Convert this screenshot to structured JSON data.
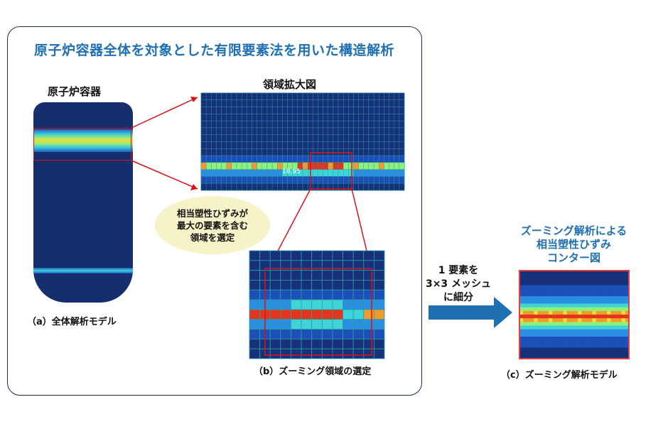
{
  "title": "原子炉容器全体を対象とした有限要素法を用いた構造解析",
  "vessel_label": "原子炉容器",
  "zoom_label": "領域拡大図",
  "caption_a": "（a）全体解析モデル",
  "caption_b": "（b）ズーミング領域の選定",
  "caption_c": "（c）ズーミング解析モデル",
  "note_lines": [
    "相当塑性ひずみが",
    "最大の要素を含む",
    "領域を選定"
  ],
  "zoomed_title_lines": [
    "ズーミング解析による",
    "相当塑性ひずみ",
    "コンター図"
  ],
  "step_lines": [
    "1 要素を",
    "3×3 メッシュ",
    "に細分"
  ],
  "mesh_value_label": "18.95",
  "colors": {
    "accent_blue": "#1f6fb5",
    "frame": "#1d2d4a",
    "highlight_red": "#d8141a",
    "note_bg": "#f7f3c8"
  }
}
